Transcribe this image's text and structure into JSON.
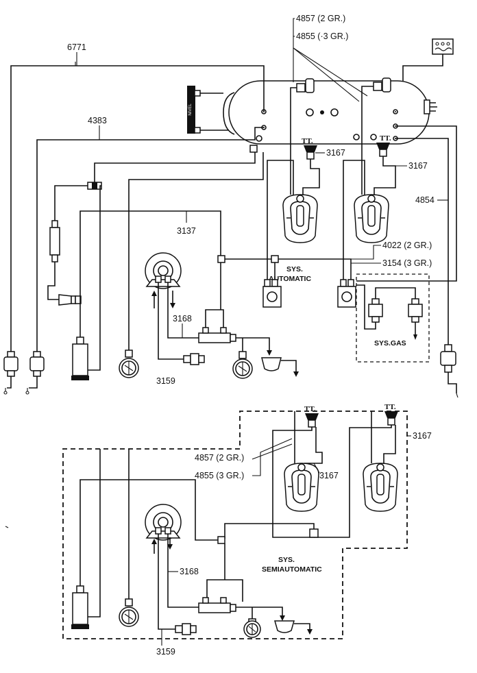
{
  "labels": {
    "l6771": "6771",
    "l4383": "4383",
    "l4857_top": "4857 (2 GR.)",
    "l4855_top": "4855 (·3 GR.)",
    "l3167_a": "3167",
    "l3167_b": "3167",
    "l4854": "4854",
    "l3137": "3137",
    "l4022": "4022 (2 GR.)",
    "l3154": "3154 (3 GR.)",
    "l3168_top": "3168",
    "l3159_top": "3159",
    "l3167_c": "3167",
    "l4857_bot": "4857 (2 GR.)",
    "l4855_bot": "4855 (3 GR.)",
    "l3167_d": "3167",
    "l3168_bot": "3168",
    "l3159_bot": "3159",
    "tt1": "TT.",
    "tt2": "TT.",
    "tt3": "TT.",
    "tt4": "TT.",
    "nivel": "NIVEL"
  },
  "systems": {
    "automatic_1": "SYS.",
    "automatic_2": "AUTOMATIC",
    "gas": "SYS.GAS",
    "semi_1": "SYS.",
    "semi_2": "SEMIAUTOMATIC"
  },
  "icons": [
    "boiler-icon",
    "group-head-icon",
    "pump-motor-icon",
    "pressure-gauge-icon",
    "valve-icon",
    "drain-cup-icon",
    "solenoid-icon",
    "water-softener-icon",
    "heating-element-icon"
  ]
}
